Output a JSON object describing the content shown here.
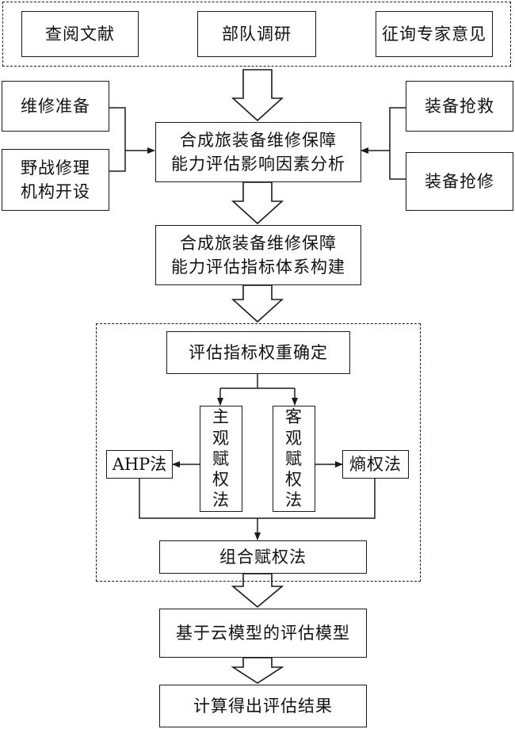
{
  "sources": {
    "literature": "查阅文献",
    "survey": "部队调研",
    "experts": "征询专家意见"
  },
  "left_factors": {
    "prep": "维修准备",
    "field_line1": "野战修理",
    "field_line2": "机构开设"
  },
  "right_factors": {
    "rescue": "装备抢救",
    "repair": "装备抢修"
  },
  "analysis": {
    "line1": "合成旅装备维修保障",
    "line2": "能力评估影响因素分析"
  },
  "index_system": {
    "line1": "合成旅装备维修保障",
    "line2": "能力评估指标体系构建"
  },
  "weighting": {
    "title": "评估指标权重确定",
    "subjective": [
      "主",
      "观",
      "赋",
      "权",
      "法"
    ],
    "objective": [
      "客",
      "观",
      "赋",
      "权",
      "法"
    ],
    "ahp": "AHP法",
    "entropy": "熵权法",
    "combined": "组合赋权法"
  },
  "cloud_model": "基于云模型的评估模型",
  "result": "计算得出评估结果"
}
